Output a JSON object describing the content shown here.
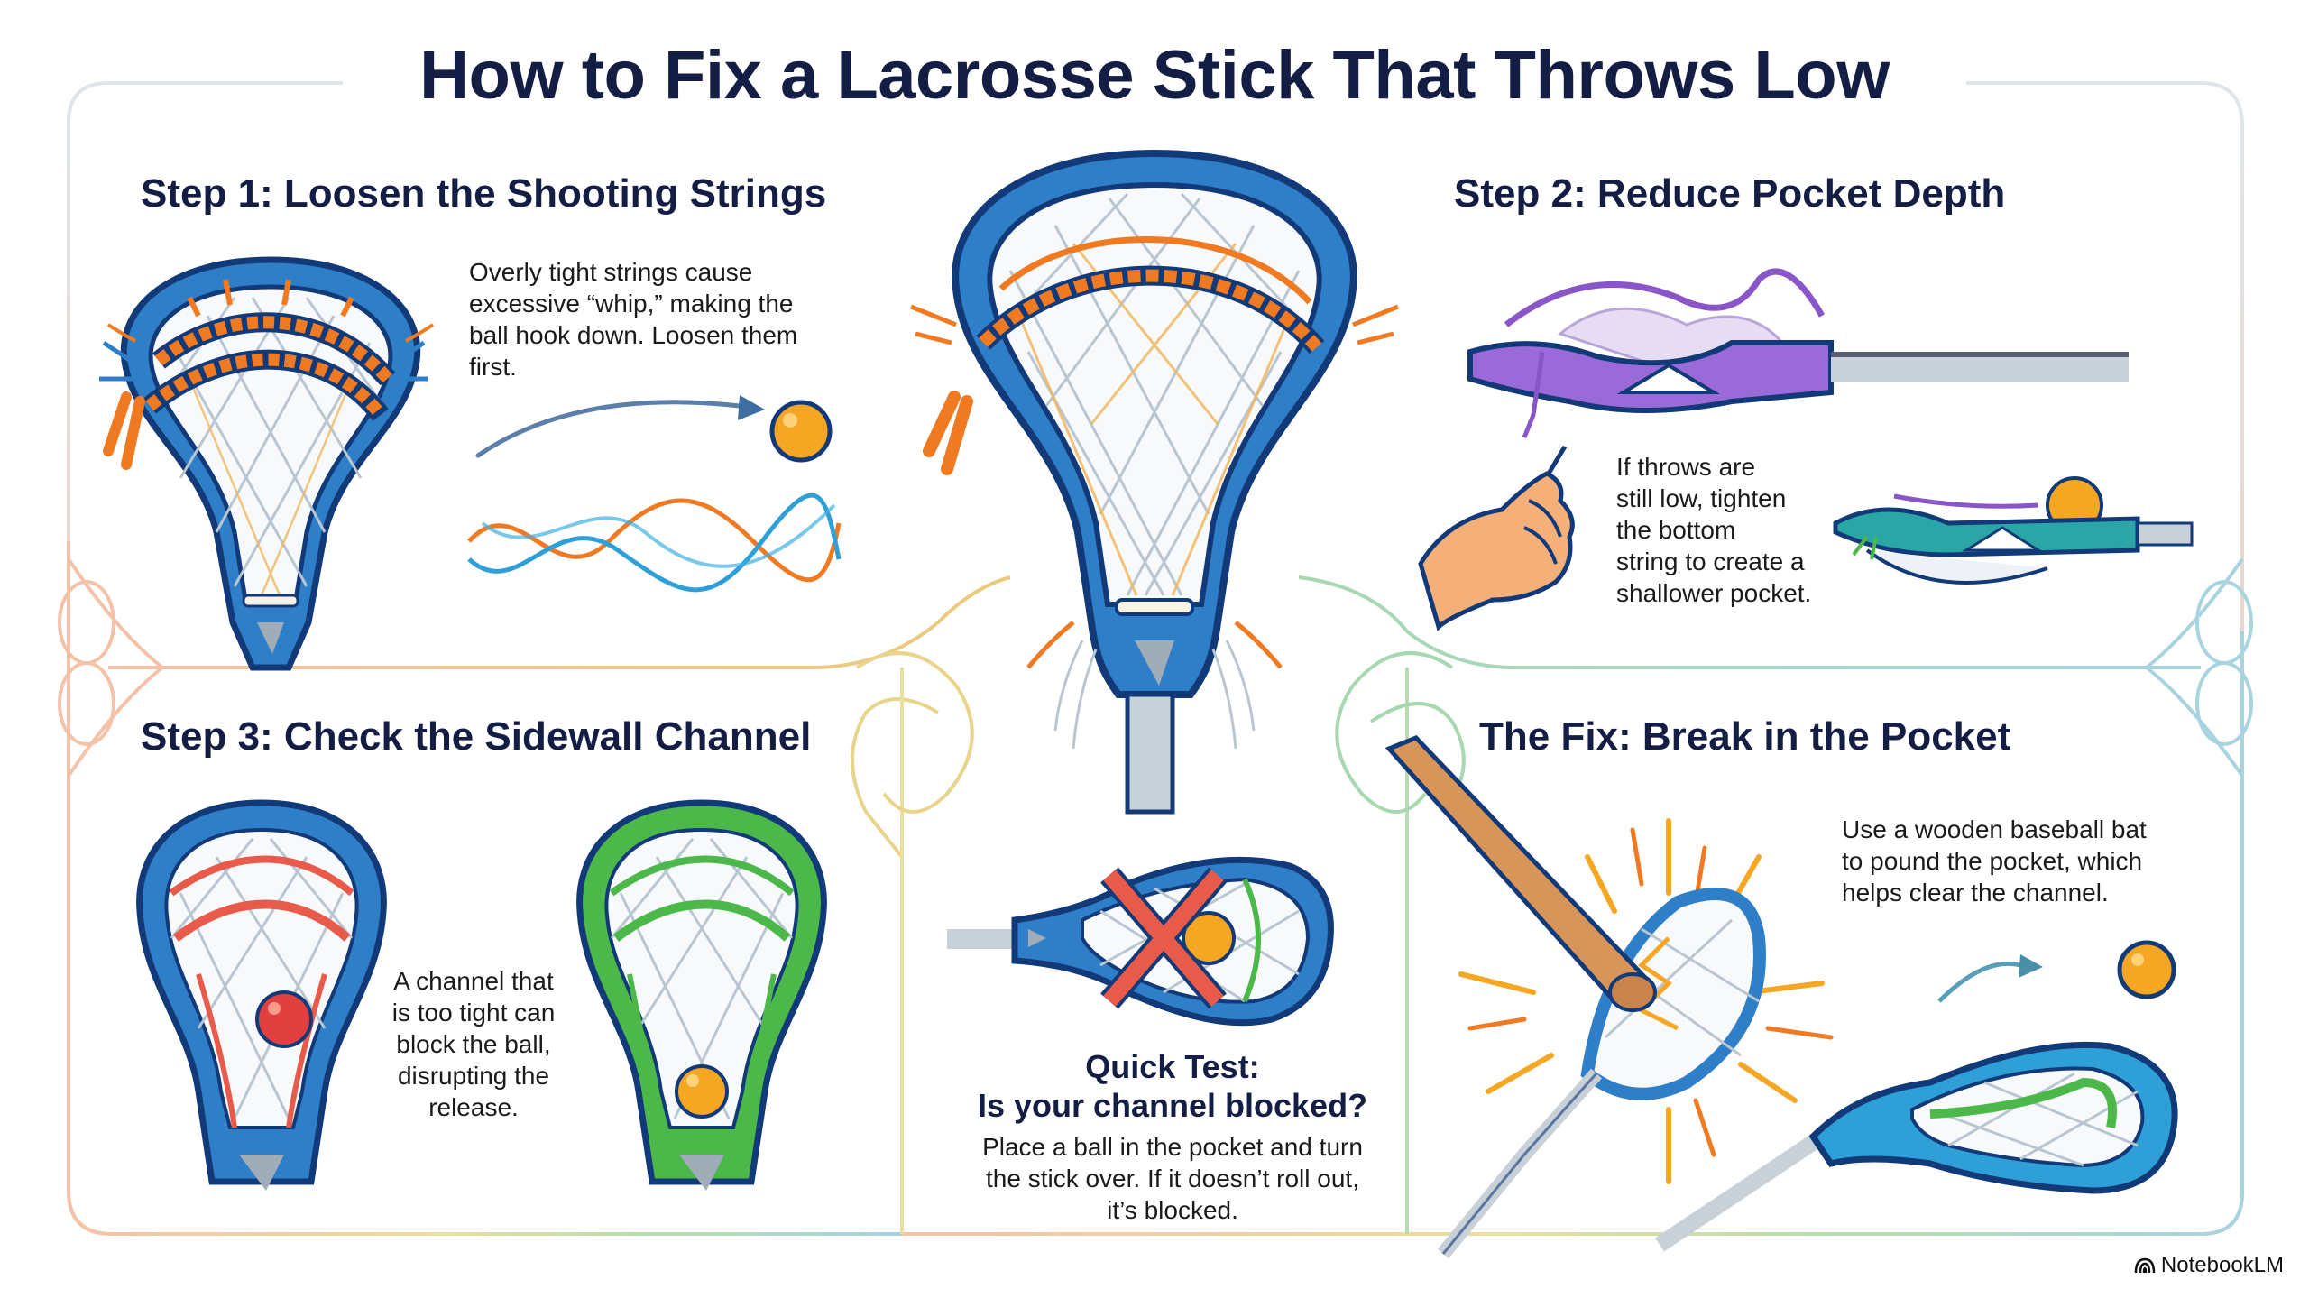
{
  "title": "How to Fix a Lacrosse Stick That Throws Low",
  "panels": {
    "step1": {
      "heading": "Step 1: Loosen the Shooting Strings",
      "lines": [
        "Overly tight strings cause",
        "excessive “whip,” making the",
        "ball hook down. Loosen them",
        "first."
      ]
    },
    "step2": {
      "heading": "Step 2: Reduce Pocket Depth",
      "lines": [
        "If throws are",
        "still low, tighten",
        "the bottom",
        "string to create a",
        "shallower pocket."
      ]
    },
    "step3": {
      "heading": "Step 3: Check the Sidewall Channel",
      "lines": [
        "A channel that",
        "is too tight can",
        "block the ball,",
        "disrupting the",
        "release."
      ]
    },
    "quick_test": {
      "heading_line1": "Quick Test:",
      "heading_line2": "Is your channel blocked?",
      "lines": [
        "Place a ball in the pocket and turn",
        "the stick over. If it doesn’t roll out,",
        "it’s blocked."
      ]
    },
    "fix": {
      "heading": "The Fix: Break in the Pocket",
      "lines": [
        "Use a wooden baseball bat",
        "to pound the pocket, which",
        "helps clear the channel."
      ]
    }
  },
  "icons": [
    "lacrosse-head-icon",
    "twisted-shooting-strings-icon",
    "ball-trajectory-arrow-icon",
    "wavy-strings-icon",
    "sidewall-stick-icon",
    "hand-pulling-string-icon",
    "blocked-x-icon",
    "baseball-bat-icon",
    "impact-burst-icon",
    "ball-icon",
    "notebooklm-logo-icon"
  ],
  "colors": {
    "title": "#141e44",
    "stick_blue": "#2f7fc8",
    "stick_dark": "#123a78",
    "string_orange": "#f07a22",
    "ball_orange": "#f5a623",
    "purple": "#8a55c8",
    "teal": "#2ba6a6",
    "green": "#4cb84a",
    "red_x": "#e85a4a",
    "frame_orange": "#f3b8a0",
    "frame_yellow": "#e8d48a",
    "frame_green": "#a8d8b0",
    "frame_blue": "#a8d4e0"
  },
  "watermark": "NotebookLM"
}
